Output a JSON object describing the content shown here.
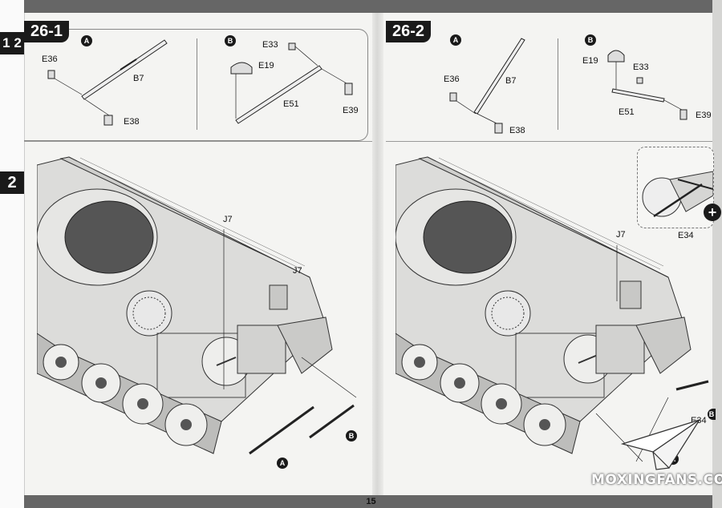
{
  "page": {
    "number": "15"
  },
  "edge": {
    "tab_top": "1 2",
    "tab_mid": "2"
  },
  "left": {
    "step": "26-1",
    "panel_a": {
      "badge": "A",
      "parts": {
        "e36": "E36",
        "b7": "B7",
        "e38": "E38"
      }
    },
    "panel_b": {
      "badge": "B",
      "parts": {
        "e33": "E33",
        "e19": "E19",
        "e51": "E51",
        "e39": "E39"
      }
    },
    "main": {
      "j7_top": "J7",
      "j7_side": "J7",
      "badge_a": "A",
      "badge_b": "B"
    }
  },
  "right": {
    "step": "26-2",
    "panel_a": {
      "badge": "A",
      "parts": {
        "e36": "E36",
        "b7": "B7",
        "e38": "E38"
      }
    },
    "panel_b": {
      "badge": "B",
      "parts": {
        "e19": "E19",
        "e33": "E33",
        "e51": "E51",
        "e39": "E39"
      }
    },
    "inset": {
      "label": "E34",
      "icon": "plus-icon"
    },
    "main": {
      "j7": "J7",
      "e34": "E34",
      "badge_a": "A",
      "badge_b": "B"
    }
  },
  "watermark": "MOXINGFANS.COM",
  "colors": {
    "ink": "#1a1a1a",
    "bar": "#666666",
    "paper": "#f4f4f2"
  }
}
